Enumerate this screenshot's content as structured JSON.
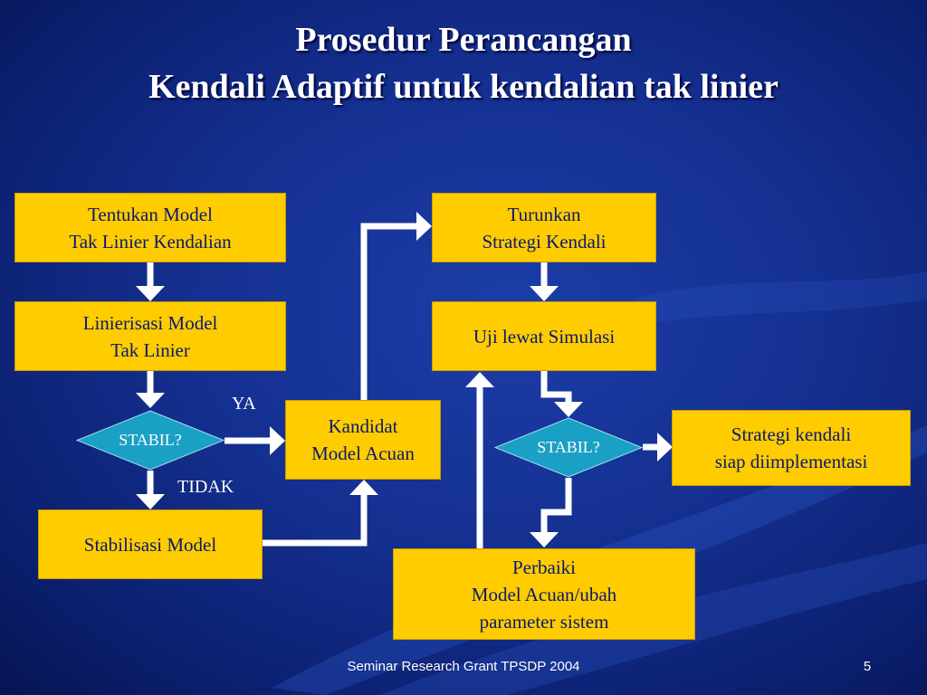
{
  "title": {
    "line1": "Prosedur Perancangan",
    "line2": "Kendali Adaptif  untuk kendalian tak linier"
  },
  "boxes": {
    "tentukan": [
      "Tentukan Model",
      "Tak Linier Kendalian"
    ],
    "linierisasi": [
      "Linierisasi Model",
      "Tak Linier"
    ],
    "stabilisasi": [
      "Stabilisasi Model"
    ],
    "kandidat": [
      "Kandidat",
      "Model Acuan"
    ],
    "turunkan": [
      "Turunkan",
      "Strategi Kendali"
    ],
    "uji": [
      "Uji lewat Simulasi"
    ],
    "perbaiki": [
      "Perbaiki",
      "Model Acuan/ubah",
      "parameter sistem"
    ],
    "strategi": [
      "Strategi kendali",
      "siap diimplementasi"
    ]
  },
  "decisions": {
    "left": "STABIL?",
    "right": "STABIL?"
  },
  "branch_labels": {
    "yes": "YA",
    "no": "TIDAK"
  },
  "colors": {
    "box_fill": "#ffcc00",
    "box_text": "#0a1a6e",
    "diamond_fill": "#1aa0c4",
    "arrow": "#ffffff",
    "background": "#142f8f"
  },
  "footer": {
    "text": "Seminar Research Grant TPSDP 2004",
    "page": "5"
  }
}
